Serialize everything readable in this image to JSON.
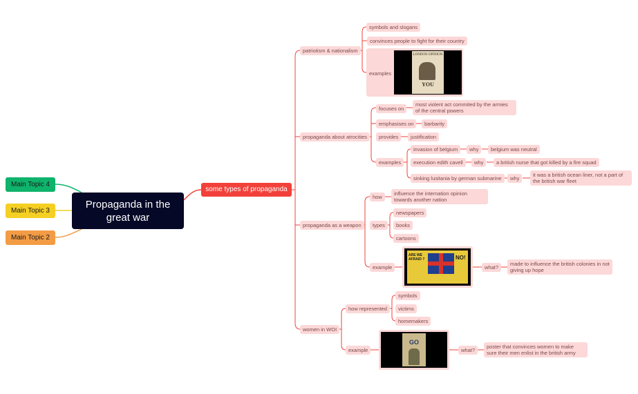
{
  "central": "Propaganda in the great war",
  "main_topic": "some types of propaganda",
  "side_topics": [
    {
      "label": "Main Topic 4",
      "color": "#0fb36b"
    },
    {
      "label": "Main Topic 3",
      "color": "#f5cf23"
    },
    {
      "label": "Main Topic 2",
      "color": "#f39c45"
    }
  ],
  "colors": {
    "line": "#f2413a",
    "node": "#fcd8d8",
    "text": "#7a4848",
    "central": "#050826"
  },
  "b1": {
    "label": "patriotism & nationalism",
    "symbols": "symbols and slogans",
    "convinces": "convinces people to fight for their country",
    "examples": "examples",
    "poster_title": "LONDON OPINION",
    "poster_word": "YOU"
  },
  "b2": {
    "label": "propaganda about atrocities",
    "focuses": "focuses on",
    "focuses_text": "most violent act commited by the armies of the central powers",
    "emphasises": "emphasises on",
    "barbarity": "barbarity",
    "provides": "provides",
    "justification": "justification",
    "examples": "examples",
    "ex1": "invasion of belgium",
    "ex1_why": "why",
    "ex1_reason": "belgium was neutral",
    "ex2": "execution edith cavell",
    "ex2_why": "why",
    "ex2_reason": "a british nurse that got killed by a fire squad",
    "ex3": "sinking lusitania by german submarine",
    "ex3_why": "why",
    "ex3_reason": "it was a british ocean liner, not a part of the british war fleet"
  },
  "b3": {
    "label": "propaganda as a weapon",
    "how": "how",
    "how_text": "influence the internation opinion towards another nation",
    "types": "types",
    "newspapers": "newspapers",
    "books": "books",
    "cartoons": "cartoons",
    "example": "example",
    "poster_title": "ARE WE AFRAID ?",
    "poster_word": "NO!",
    "what": "what?",
    "what_text": "made to influence the british colonies in not giving up hope"
  },
  "b4": {
    "label": "women in WOI",
    "represented": "how represented",
    "symbols": "symbols",
    "victims": "victims",
    "homemakers": "homemakers",
    "example": "example",
    "poster_word": "GO",
    "what": "what?",
    "what_text": "poster that convinces women to make sure their men enlist in the british army"
  }
}
